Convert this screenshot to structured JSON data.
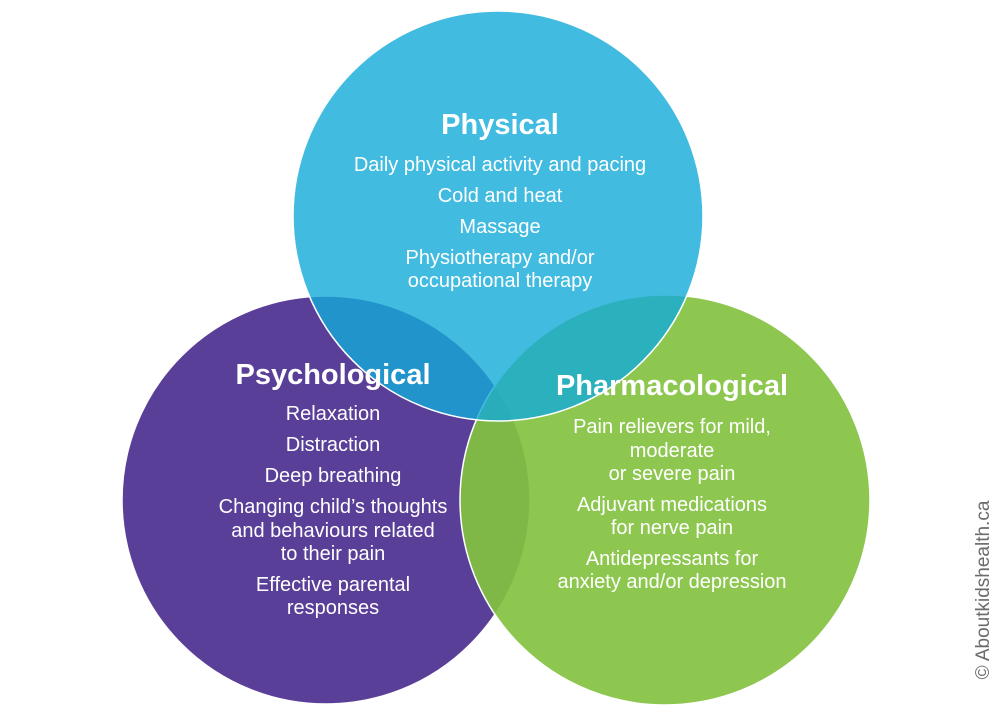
{
  "circles": [
    {
      "key": "physical",
      "color": "#13aad8",
      "title": "Physical",
      "lines": [
        "Daily physical activity and pacing",
        "Cold and heat",
        "Massage",
        "Physiotherapy and/or",
        "occupational therapy"
      ]
    },
    {
      "key": "psychological",
      "color": "#5a3f98",
      "title": "Psychological",
      "lines": [
        "Relaxation",
        "Distraction",
        "Deep breathing",
        "Changing child’s thoughts",
        "and behaviours related",
        "to their pain",
        "Effective parental",
        "responses"
      ]
    },
    {
      "key": "pharmacological",
      "color": "#83c240",
      "title": "Pharmacological",
      "lines": [
        "Pain relievers for mild,",
        "moderate",
        "or severe pain",
        "Adjuvant medications",
        "for nerve pain",
        "Antidepressants for",
        "anxiety and/or depression"
      ]
    }
  ],
  "credit": "© Aboutkidshealth.ca"
}
